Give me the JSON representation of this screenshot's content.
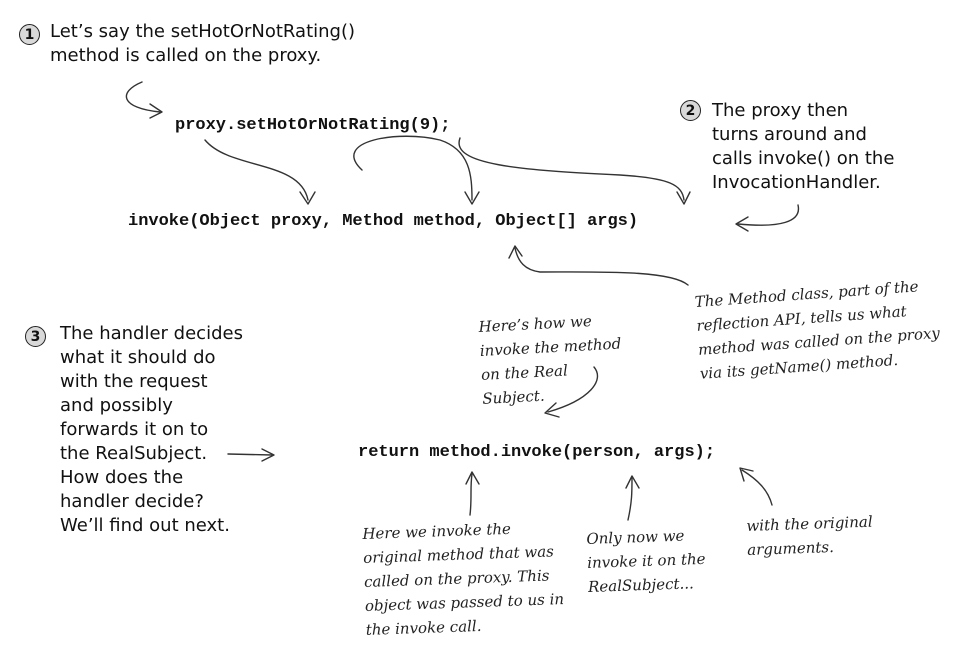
{
  "steps": [
    {
      "number": "1",
      "lines": [
        "Let’s say the setHotOrNotRating()",
        "method is called on the proxy."
      ]
    },
    {
      "number": "2",
      "lines": [
        "The proxy then",
        "turns around and",
        "calls invoke() on the",
        "InvocationHandler."
      ]
    },
    {
      "number": "3",
      "lines": [
        "The handler decides",
        "what it should do",
        "with the request",
        "and possibly",
        "forwards it on to",
        "the RealSubject.",
        "How does the",
        "handler decide?",
        "We’ll find out next."
      ]
    }
  ],
  "code": {
    "call": "proxy.setHotOrNotRating(9);",
    "invoke_signature": "invoke(Object proxy, Method method, Object[] args)",
    "return_statement": "return method.invoke(person, args);"
  },
  "annotations": {
    "method_class": [
      "The Method class, part of the",
      "reflection API, tells us what",
      "method was called on the proxy",
      "via its getName() method."
    ],
    "how_invoke": [
      "Here’s how we",
      "invoke the method",
      "on the Real",
      "Subject."
    ],
    "original_method": [
      "Here we invoke the",
      "original method that was",
      "called on the proxy.  This",
      "object was passed to us in",
      "the invoke call."
    ],
    "only_now": [
      "Only now we",
      "invoke it on the",
      "RealSubject..."
    ],
    "original_args": [
      "with the original",
      "arguments."
    ]
  }
}
